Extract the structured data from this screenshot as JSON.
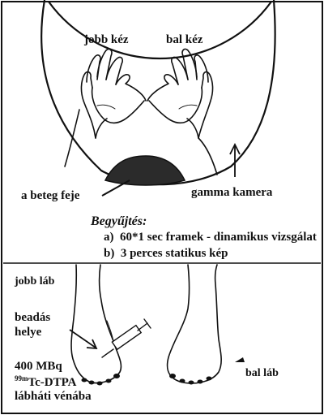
{
  "labels": {
    "right_hand": "jobb kéz",
    "left_hand": "bal kéz",
    "patient_head": "a beteg feje",
    "gamma_camera": "gamma kamera",
    "acquisition_title": "Begyűjtés:",
    "acquisition_steps": [
      {
        "marker": "a)",
        "text": "60*1 sec framek - dinamikus vizsgálat"
      },
      {
        "marker": "b)",
        "text": "3 perces statikus kép"
      }
    ],
    "right_foot": "jobb láb",
    "injection_site": [
      "beadás",
      "helye"
    ],
    "dose": "400 MBq",
    "isotope_sup": "99m",
    "isotope_rest": "Tc-DTPA",
    "vein": "lábháti vénába",
    "left_foot": "bal láb"
  },
  "colors": {
    "ink": "#111111",
    "background": "#ffffff",
    "head_fill": "#2b2b2b"
  }
}
